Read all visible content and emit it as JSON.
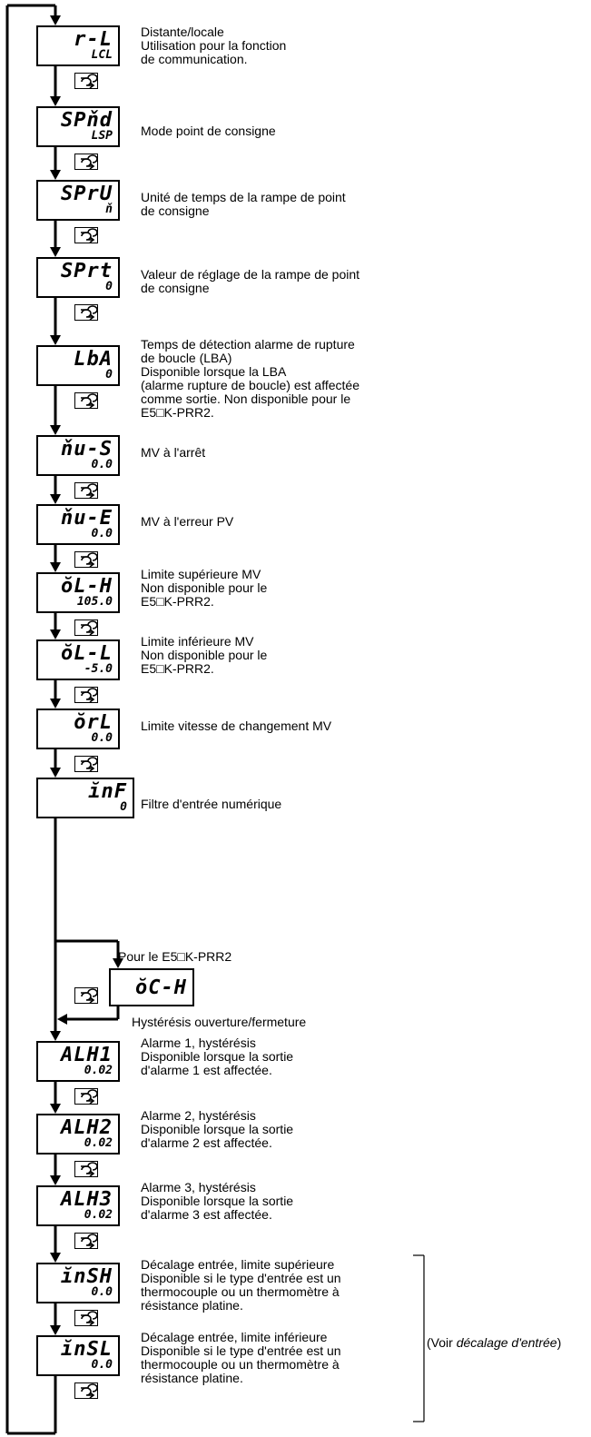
{
  "steps": [
    {
      "code": "r-L",
      "value": "LCL",
      "desc": [
        "Distante/locale",
        "Utilisation pour la fonction",
        "de communication."
      ]
    },
    {
      "code": "SPňd",
      "value": "LSP",
      "desc": [
        "Mode point de consigne"
      ]
    },
    {
      "code": "SPrU",
      "value": "ň",
      "desc": [
        "Unité de temps de la rampe de point",
        "de consigne"
      ]
    },
    {
      "code": "SPrt",
      "value": "0",
      "desc": [
        "Valeur de réglage de la rampe de point",
        "de consigne"
      ]
    },
    {
      "code": "LbA",
      "value": "0",
      "desc": [
        "Temps de détection alarme de rupture",
        "de boucle (LBA)",
        "Disponible lorsque la LBA",
        "(alarme rupture de boucle) est affectée",
        "comme sortie. Non disponible pour le",
        "E5□K-PRR2."
      ]
    },
    {
      "code": "ňu-S",
      "value": "0.0",
      "desc": [
        "MV à l'arrêt"
      ]
    },
    {
      "code": "ňu-E",
      "value": "0.0",
      "desc": [
        "MV à l'erreur PV"
      ]
    },
    {
      "code": "ŏL-H",
      "value": "105.0",
      "desc": [
        "Limite supérieure MV",
        "Non disponible pour le",
        "E5□K-PRR2."
      ]
    },
    {
      "code": "ŏL-L",
      "value": "-5.0",
      "desc": [
        "Limite inférieure MV",
        "Non disponible pour le",
        "E5□K-PRR2."
      ]
    },
    {
      "code": "ŏrL",
      "value": "0.0",
      "desc": [
        "Limite vitesse de changement MV"
      ]
    },
    {
      "code": "ĭnF",
      "value": "0",
      "desc": [
        "Filtre d'entrée numérique"
      ]
    },
    {
      "code": "ALH1",
      "value": "0.02",
      "desc": [
        "Alarme 1, hystérésis",
        "Disponible lorsque la sortie",
        "d'alarme 1 est affectée."
      ]
    },
    {
      "code": "ALH2",
      "value": "0.02",
      "desc": [
        "Alarme 2, hystérésis",
        "Disponible lorsque la sortie",
        "d'alarme 2 est affectée."
      ]
    },
    {
      "code": "ALH3",
      "value": "0.02",
      "desc": [
        "Alarme 3, hystérésis",
        "Disponible lorsque la sortie",
        "d'alarme 3 est affectée."
      ]
    },
    {
      "code": "ĭnSH",
      "value": "0.0",
      "desc": [
        "Décalage entrée, limite supérieure",
        "Disponible si le type d'entrée est un",
        "thermocouple ou un thermomètre à",
        "résistance platine."
      ]
    },
    {
      "code": "ĭnSL",
      "value": "0.0",
      "desc": [
        "Décalage entrée, limite inférieure",
        "Disponible si le type d'entrée est un",
        "thermocouple ou un thermomètre à",
        "résistance platine."
      ]
    }
  ],
  "branch": {
    "condition": "Pour le E5□K-PRR2",
    "code": "ŏC-H",
    "label": "Hystérésis ouverture/fermeture"
  },
  "reference": {
    "prefix": "(Voir ",
    "emphasis": "décalage d'entrée",
    "suffix": ")"
  },
  "icons": {
    "mode_key": "mode-key-icon"
  }
}
